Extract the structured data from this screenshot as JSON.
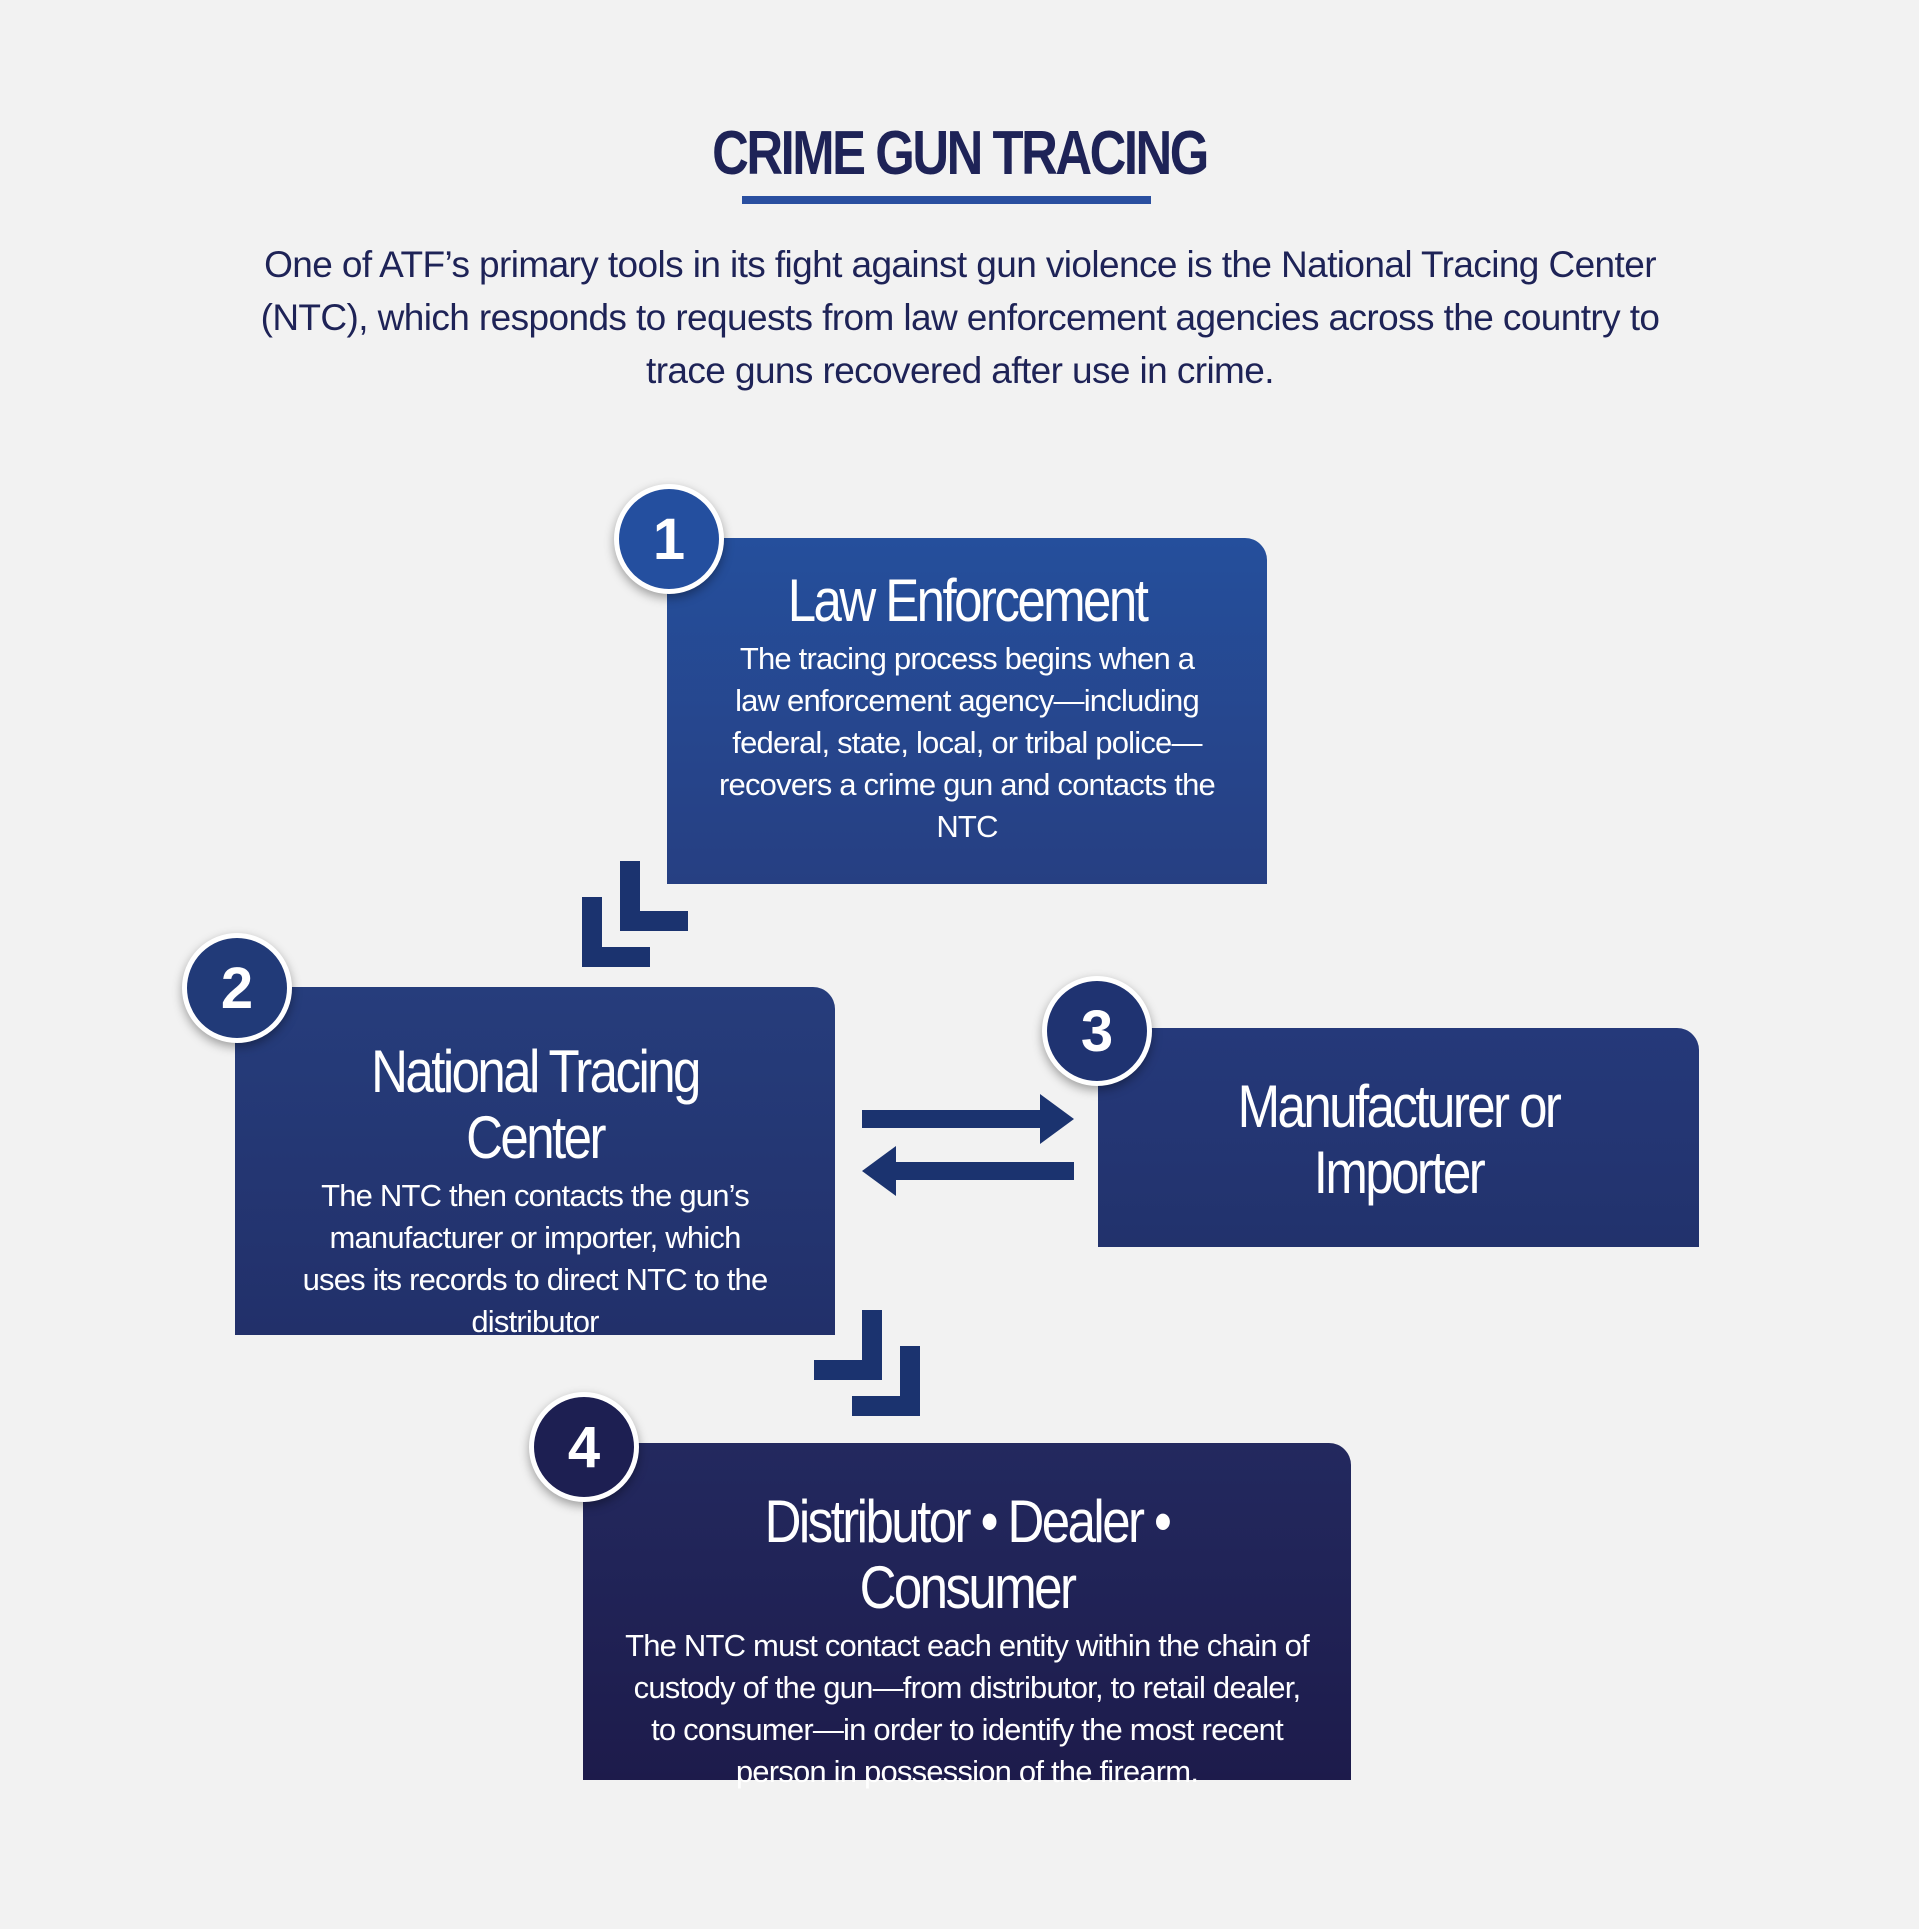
{
  "title": "CRIME GUN TRACING",
  "intro": "One of ATF’s primary tools in its fight against gun violence is the National Tracing Center (NTC), which responds to requests from law enforcement agencies across the country to trace guns recovered after use in crime.",
  "steps": [
    {
      "number": "1",
      "heading": "Law Enforcement",
      "text": "The tracing process begins when a law enforcement agency—including federal, state, local, or tribal police—recovers a crime gun and contacts the NTC"
    },
    {
      "number": "2",
      "heading": "National Tracing Center",
      "text": "The NTC then contacts the gun’s manufacturer or importer, which uses its records to direct NTC to the distributor"
    },
    {
      "number": "3",
      "heading": "Manufacturer or Importer",
      "text": ""
    },
    {
      "number": "4",
      "heading": "Distributor • Dealer • Consumer",
      "text": "The NTC must contact each entity within the chain of custody of the gun—from distributor, to retail dealer, to consumer—in order to identify the most recent person in possession of the firearm."
    }
  ],
  "colors": {
    "title": "#1e2357",
    "accent": "#2a4fa0",
    "arrow": "#1b336f"
  }
}
